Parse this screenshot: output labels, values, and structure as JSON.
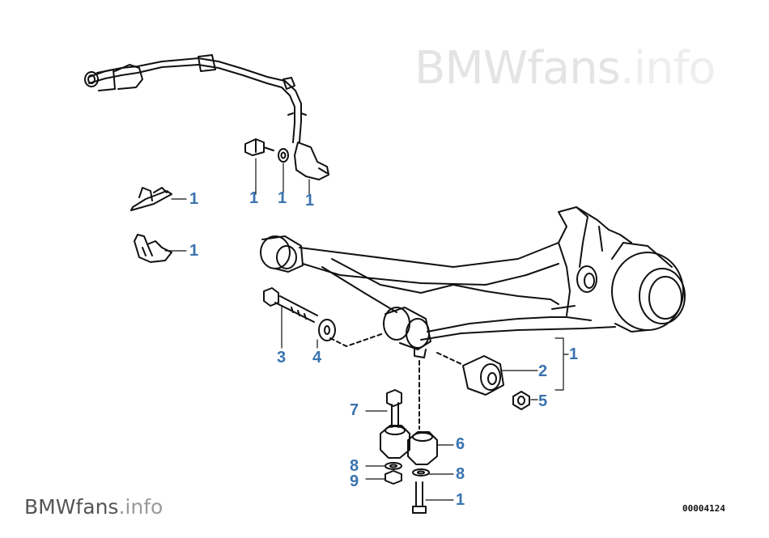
{
  "watermark": {
    "brand": "BMW",
    "suffix": "fans",
    "tld": ".info"
  },
  "diagram_code": "00004124",
  "accent_color": "#3a73b0",
  "callouts": {
    "c1_bracket1": "1",
    "c1_bracket2": "1",
    "c1_bolt": "1",
    "c1_washer": "1",
    "c1_sensor": "1",
    "c1_arm": "1",
    "c2": "2",
    "c3": "3",
    "c4": "4",
    "c5": "5",
    "c6": "6",
    "c7": "7",
    "c8_left": "8",
    "c9": "9",
    "c8_right": "8",
    "c1_bottom": "1"
  }
}
